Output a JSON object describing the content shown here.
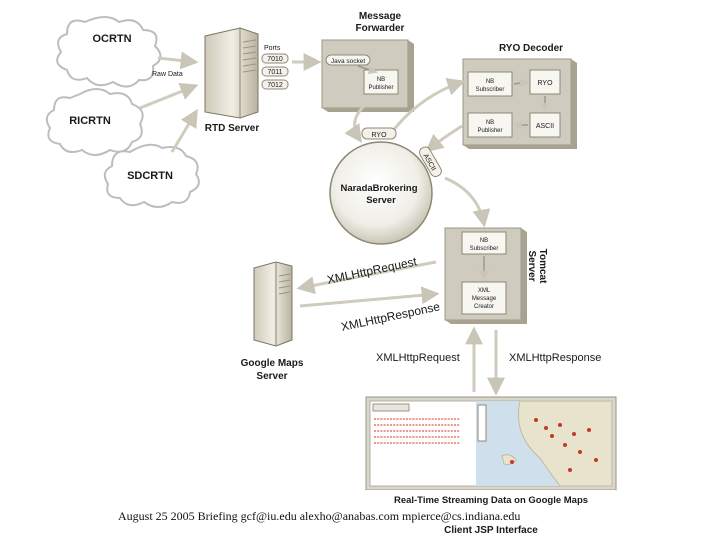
{
  "clouds": {
    "ocrtn": "OCRTN",
    "ricrtn": "RICRTN",
    "sdcrtn": "SDCRTN"
  },
  "raw_data_label": "Raw Data",
  "rtd_server": {
    "label": "RTD Server",
    "ports_title": "Ports",
    "ports": [
      "7010",
      "7011",
      "7012"
    ]
  },
  "message_forwarder": {
    "title_line1": "Message",
    "title_line2": "Forwarder",
    "java_socket": "Java socket",
    "nb_publisher_line1": "NB",
    "nb_publisher_line2": "Publisher"
  },
  "ryo_decoder": {
    "title": "RYO Decoder",
    "nb_subscriber_line1": "NB",
    "nb_subscriber_line2": "Subscriber",
    "ryo": "RYO",
    "nb_publisher_line1": "NB",
    "nb_publisher_line2": "Publisher",
    "ascii": "ASCII"
  },
  "narada": {
    "line1": "NaradaBrokering",
    "line2": "Server",
    "ryo_tag": "RYO",
    "ascii_tag": "ASCII"
  },
  "tomcat": {
    "title_line1": "Tomcat",
    "title_line2": "Server",
    "nb_subscriber_line1": "NB",
    "nb_subscriber_line2": "Subscriber",
    "xml_creator_line1": "XML",
    "xml_creator_line2": "Message",
    "xml_creator_line3": "Creator"
  },
  "google_maps": {
    "label_line1": "Google Maps",
    "label_line2": "Server"
  },
  "arrows": {
    "xhr_request_diag": "XMLHttpRequest",
    "xhr_response_diag": "XMLHttpResponse",
    "xhr_request": "XMLHttpRequest",
    "xhr_response": "XMLHttpResponse"
  },
  "client": {
    "caption_line1": "Real-Time Streaming Data on Google Maps",
    "caption_line2": "Client JSP Interface"
  },
  "footer": "August 25 2005 Briefing   gcf@iu.edu   alexho@anabas.com mpierce@cs.indiana.edu"
}
